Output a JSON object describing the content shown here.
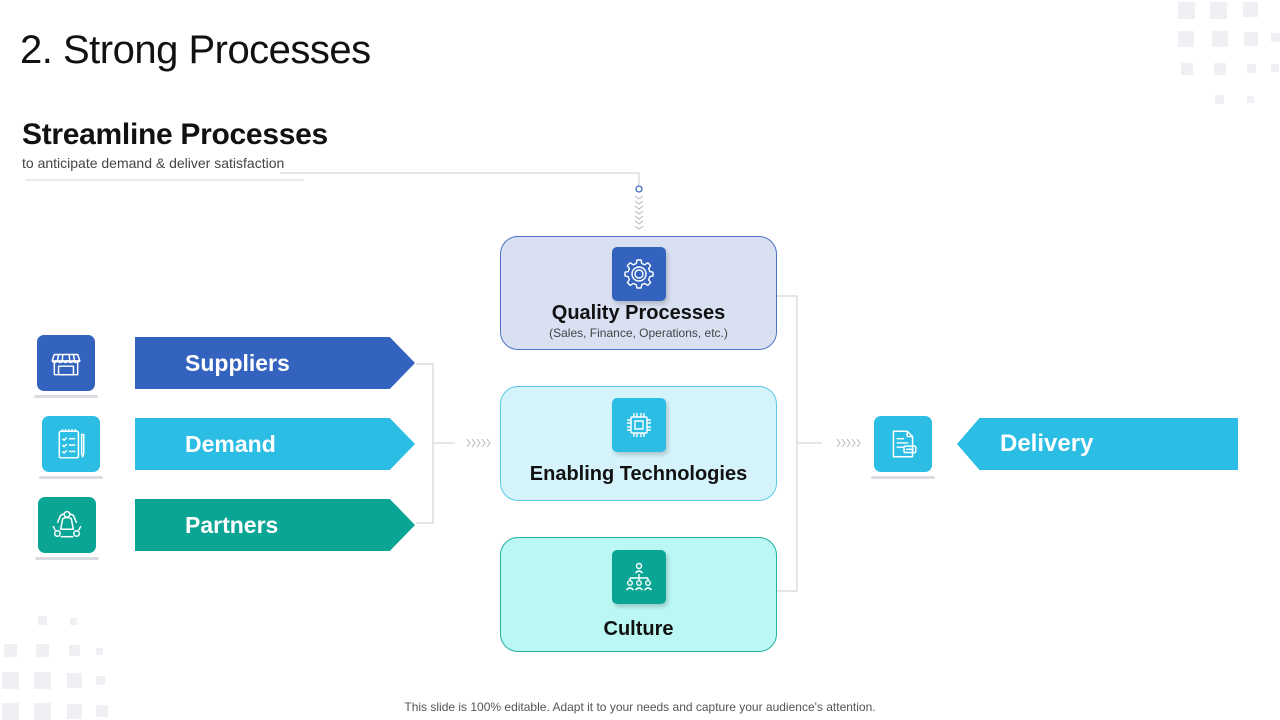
{
  "slide": {
    "title": "2. Strong Processes",
    "heading": "Streamline Processes",
    "caption": "to anticipate demand & deliver satisfaction",
    "footer": "This slide is 100% editable. Adapt it to your needs and capture your audience's attention."
  },
  "inputs": [
    {
      "label": "Suppliers",
      "icon": "store-icon",
      "color": "#3363be"
    },
    {
      "label": "Demand",
      "icon": "checklist-icon",
      "color": "#2bbde3"
    },
    {
      "label": "Partners",
      "icon": "network-icon",
      "color": "#0aa595"
    }
  ],
  "processes": [
    {
      "title": "Quality Processes",
      "subtitle": "(Sales, Finance, Operations, etc.)",
      "icon": "gear-icon",
      "accent": "#3363be",
      "fill": "#d8e0f2"
    },
    {
      "title": "Enabling Technologies",
      "icon": "chip-icon",
      "accent": "#2bbde3",
      "fill": "#d5f3fa"
    },
    {
      "title": "Culture",
      "icon": "hierarchy-icon",
      "accent": "#0aa595",
      "fill": "#bcf8f3"
    }
  ],
  "output": {
    "label": "Delivery",
    "icon": "document-icon",
    "color": "#2bbde3"
  }
}
